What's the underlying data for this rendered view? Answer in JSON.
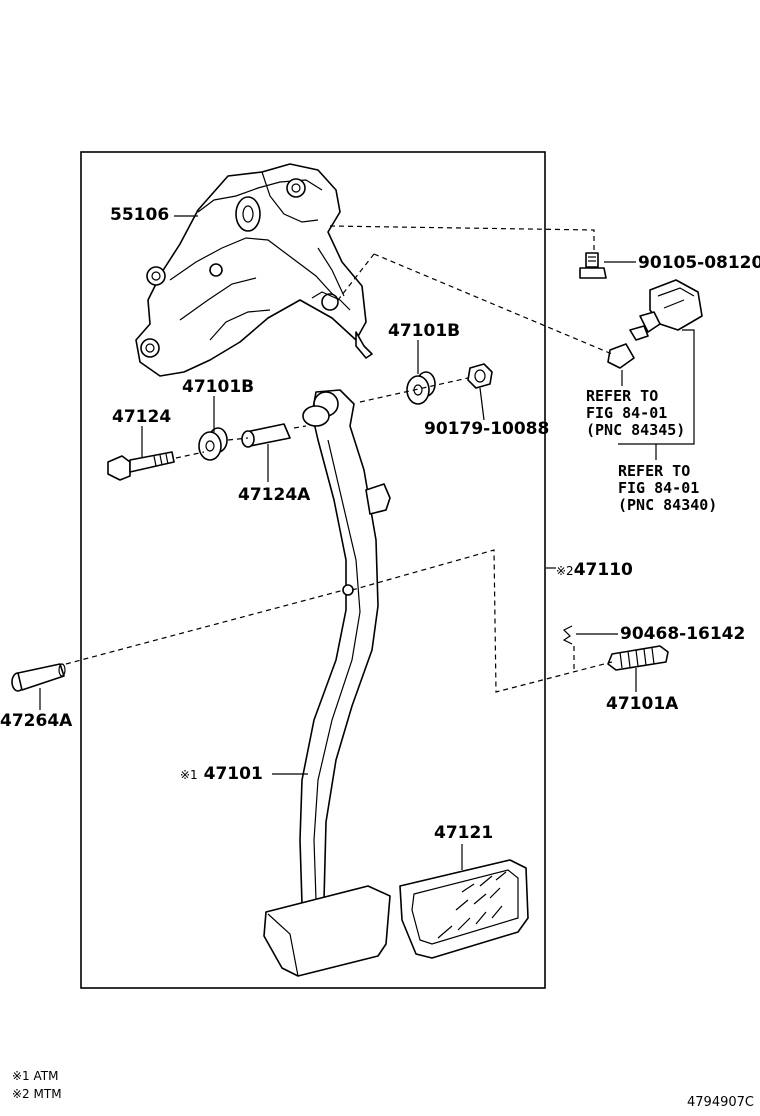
{
  "parts": {
    "p55106": "55106",
    "p90105": "90105-08120",
    "p47101b_top": "47101B",
    "p47101b_left": "47101B",
    "p47124": "47124",
    "p90179": "90179-10088",
    "p47124a": "47124A",
    "p47110": "47110",
    "p90468": "90468-16142",
    "p47101a": "47101A",
    "p47264a": "47264A",
    "p47101": "47101",
    "p47121": "47121"
  },
  "marks": {
    "m1": "※1",
    "m2": "※2"
  },
  "refs": {
    "ref1_line1": "REFER TO",
    "ref1_line2": "FIG 84-01",
    "ref1_line3": "(PNC 84345)",
    "ref2_line1": "REFER TO",
    "ref2_line2": "FIG 84-01",
    "ref2_line3": "(PNC 84340)"
  },
  "notes": {
    "note1": "※1 ATM",
    "note2": "※2 MTM"
  },
  "diagram_code": "4794907C"
}
